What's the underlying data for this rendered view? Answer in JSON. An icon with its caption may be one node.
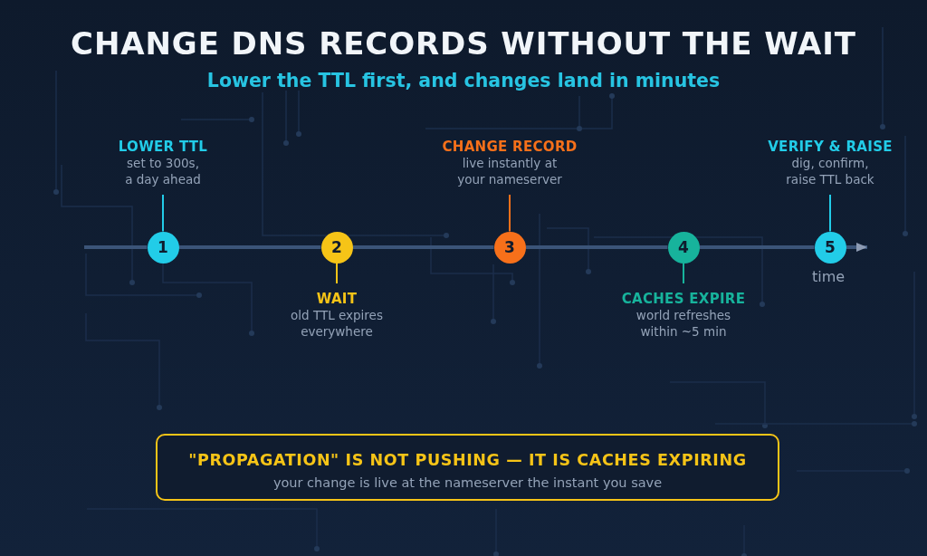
{
  "diagram": {
    "title": "CHANGE DNS RECORDS WITHOUT THE WAIT",
    "nodes": [
      {
        "text": [
          "1"
        ]
      },
      {
        "text": [
          "LOWER TTL",
          "set to 300s, a day ahead"
        ]
      },
      {
        "text": [
          "2"
        ]
      },
      {
        "text": [
          "WAIT",
          "old TTL expires everywhere"
        ]
      },
      {
        "text": [
          "3"
        ]
      },
      {
        "text": [
          "CHANGE RECORD",
          "live instantly at your nameserver"
        ]
      },
      {
        "text": [
          "4"
        ]
      },
      {
        "text": [
          "CACHES EXPIRE",
          "world refreshes within ~5 min"
        ]
      },
      {
        "text": [
          "5"
        ]
      },
      {
        "text": [
          "VERIFY & RAISE",
          "dig, confirm, raise TTL back"
        ]
      },
      {
        "text": [
          "\"PROPAGATION\" IS NOT PUSHING — IT IS CACHES EXPIRING",
          "your change is live at the nameserver the instant you save"
        ]
      }
    ],
    "edges": [
      {
        "from": null,
        "to": 0,
        "arrow": "none"
      },
      {
        "from": 0,
        "to": 2,
        "arrow": "none"
      },
      {
        "from": 2,
        "to": 4,
        "arrow": "none"
      },
      {
        "from": 4,
        "to": 6,
        "arrow": "none"
      },
      {
        "from": 6,
        "to": 8,
        "arrow": "none"
      },
      {
        "from": 8,
        "to": null,
        "arrow": "to"
      },
      {
        "from": 1,
        "to": 0,
        "arrow": "none",
        "color": "#22cce8"
      },
      {
        "from": 3,
        "to": 2,
        "arrow": "none",
        "color": "#f6c417"
      },
      {
        "from": 5,
        "to": 4,
        "arrow": "none",
        "color": "#f7701a"
      },
      {
        "from": 7,
        "to": 6,
        "arrow": "none",
        "color": "#17b39c"
      },
      {
        "from": 9,
        "to": 8,
        "arrow": "none",
        "color": "#22cce8"
      }
    ],
    "labels": [
      "Lower the TTL first, and changes land in minutes",
      "time"
    ]
  }
}
